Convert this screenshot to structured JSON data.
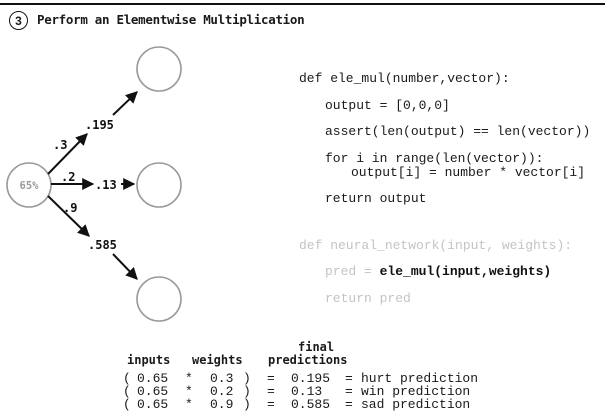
{
  "header": {
    "step": "3",
    "title": "Perform an Elementwise Multiplication"
  },
  "diagram": {
    "input_label": "65%",
    "weights": [
      ".3",
      ".2",
      ".9"
    ],
    "outputs": [
      ".195",
      ".13",
      ".585"
    ]
  },
  "code": {
    "ele_mul": {
      "def": "def ele_mul(number,vector):",
      "line1": "output = [0,0,0]",
      "line2": "assert(len(output) == len(vector))",
      "line3": "for i in range(len(vector)):",
      "line4": "output[i] = number * vector[i]",
      "line5": "return output"
    },
    "neural_network": {
      "def": "def neural_network(input, weights):",
      "pred_prefix": "pred = ",
      "pred_call": "ele_mul(input,weights)",
      "ret": "return pred"
    }
  },
  "table": {
    "header_final": "final",
    "header_inputs": "inputs",
    "header_weights": "weights",
    "header_predictions": "predictions",
    "rows": [
      {
        "open": "(",
        "input": "0.65",
        "op": "*",
        "weight": "0.3",
        "close": ")",
        "eq": "=",
        "result": "0.195",
        "eq2": "=",
        "label": "hurt prediction"
      },
      {
        "open": "(",
        "input": "0.65",
        "op": "*",
        "weight": "0.2",
        "close": ")",
        "eq": "=",
        "result": "0.13",
        "eq2": "=",
        "label": "win prediction"
      },
      {
        "open": "(",
        "input": "0.65",
        "op": "*",
        "weight": "0.9",
        "close": ")",
        "eq": "=",
        "result": "0.585",
        "eq2": "=",
        "label": "sad prediction"
      }
    ]
  }
}
